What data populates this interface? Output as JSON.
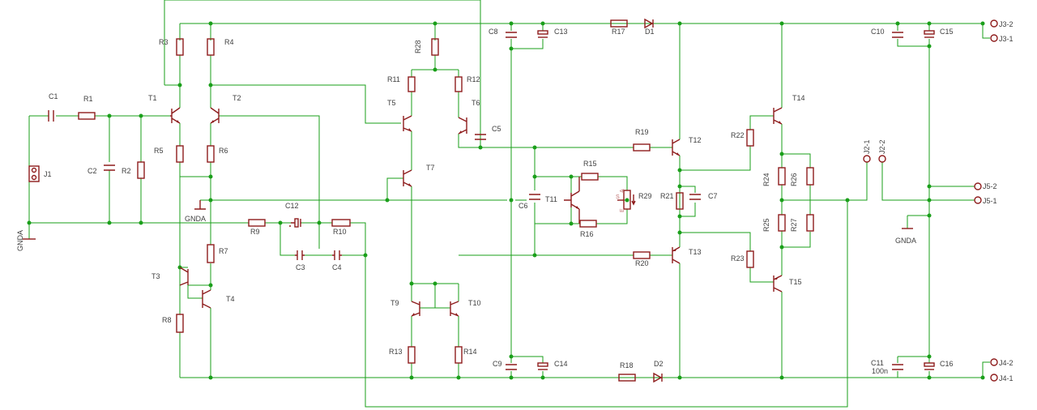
{
  "labels": {
    "C1": "C1",
    "R1": "R1",
    "C2": "C2",
    "R2": "R2",
    "J1": "J1",
    "GNDA_left": "GNDA",
    "R3": "R3",
    "R4": "R4",
    "T1": "T1",
    "T2": "T2",
    "R5": "R5",
    "R6": "R6",
    "R7": "R7",
    "R8": "R8",
    "T3": "T3",
    "T4": "T4",
    "R9": "R9",
    "C12": "C12",
    "R10": "R10",
    "C3": "C3",
    "C4": "C4",
    "GNDA_mid": "GNDA",
    "R28": "R28",
    "R11": "R11",
    "R12": "R12",
    "T5": "T5",
    "T6": "T6",
    "C5": "C5",
    "T7": "T7",
    "T9": "T9",
    "T10": "T10",
    "R13": "R13",
    "R14": "R14",
    "C8": "C8",
    "C13": "C13",
    "C9": "C9",
    "C14": "C14",
    "R17": "R17",
    "D1": "D1",
    "R18": "R18",
    "D2": "D2",
    "R15": "R15",
    "R16": "R16",
    "C6": "C6",
    "T11": "T11",
    "R29": "R29",
    "R19": "R19",
    "R20": "R20",
    "T12": "T12",
    "T13": "T13",
    "R21": "R21",
    "C7": "C7",
    "R22": "R22",
    "R23": "R23",
    "T14": "T14",
    "T15": "T15",
    "R24": "R24",
    "R25": "R25",
    "R26": "R26",
    "R27": "R27",
    "C10": "C10",
    "C15": "C15",
    "C11": "C11",
    "C11_value": "100n",
    "C16": "C16",
    "J3_2": "J3-2",
    "J3_1": "J3-1",
    "J4_2": "J4-2",
    "J4_1": "J4-1",
    "J5_2": "J5-2",
    "J5_1": "J5-1",
    "J2_1": "J2-1",
    "J2_2": "J2-2",
    "GNDA_right": "GNDA",
    "pot_S": "S",
    "pot_E": "E",
    "pot_A": "A"
  },
  "colors": {
    "wire": "#1a9f1a",
    "component": "#8e1c1c",
    "text": "#404040"
  }
}
